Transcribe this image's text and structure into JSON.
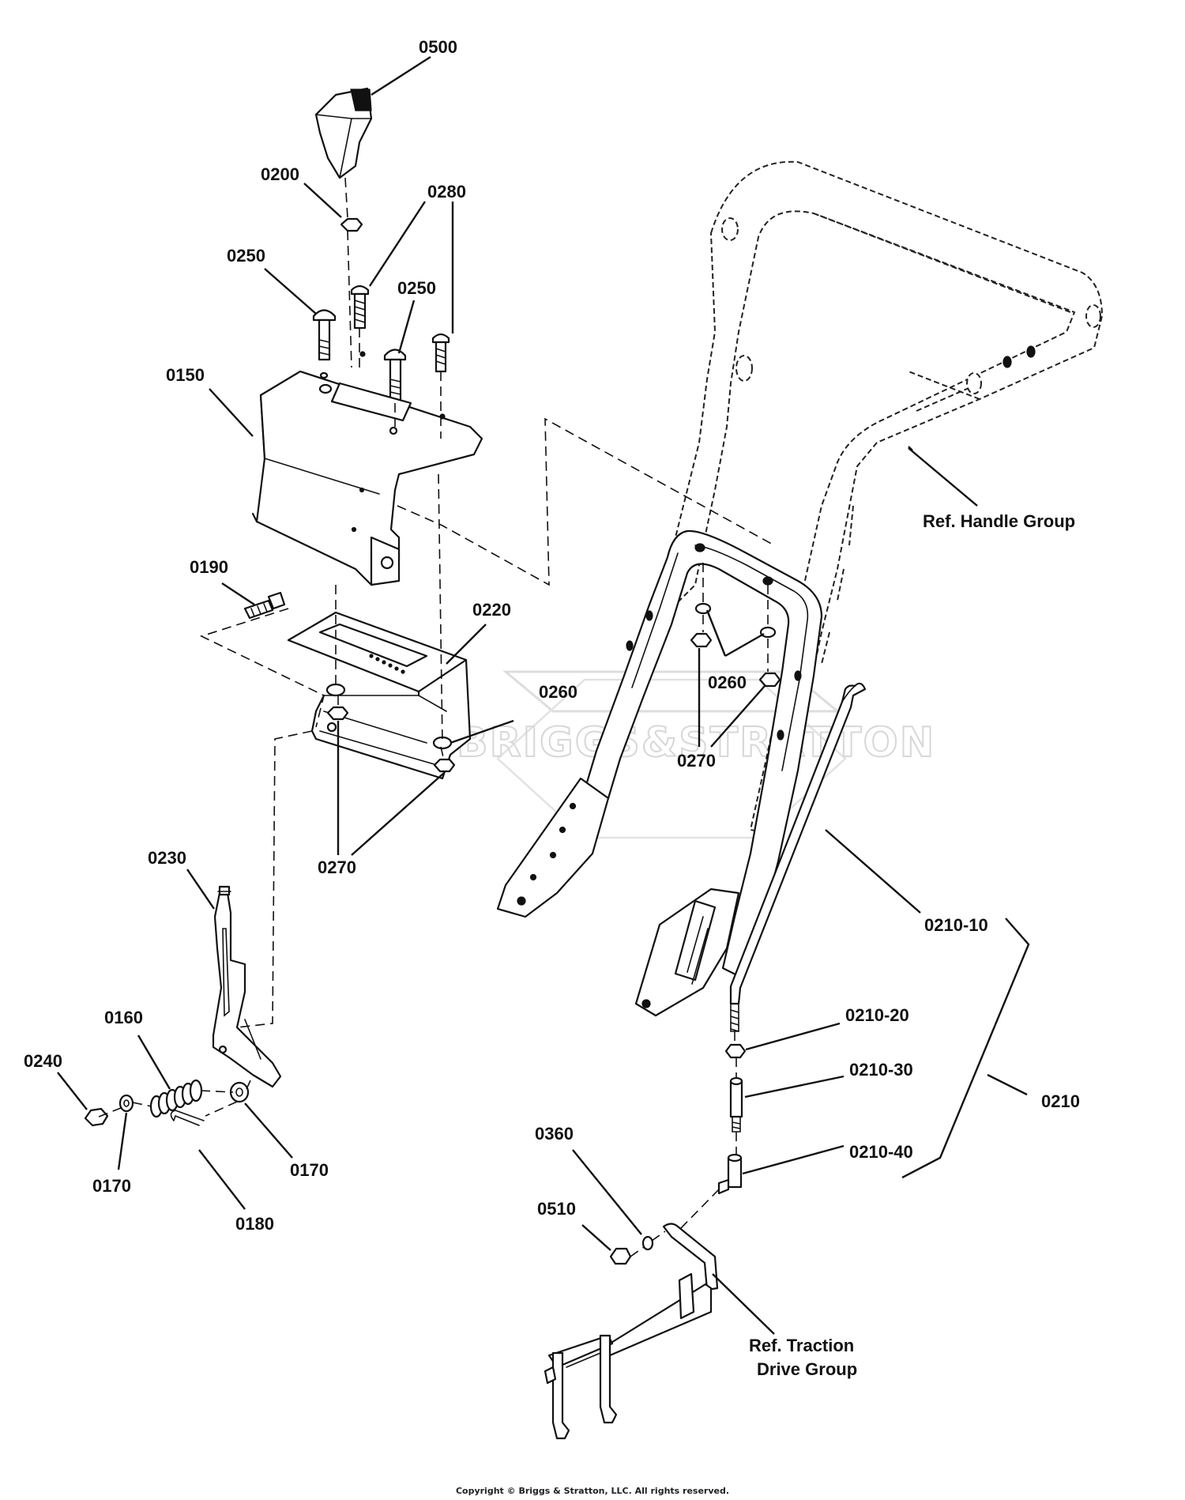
{
  "diagram": {
    "watermark": "BRIGGS&STRATTON",
    "copyright": "Copyright © Briggs & Stratton, LLC. All rights reserved.",
    "callouts": {
      "p0500": "0500",
      "p0200": "0200",
      "p0280": "0280",
      "p0250_left": "0250",
      "p0250_right": "0250",
      "p0150": "0150",
      "p0190": "0190",
      "p0220": "0220",
      "p0260_left": "0260",
      "p0270_left": "0270",
      "p0230": "0230",
      "p0160": "0160",
      "p0240": "0240",
      "p0170_left": "0170",
      "p0170_right": "0170",
      "p0180": "0180",
      "p0260_right": "0260",
      "p0270_right": "0270",
      "p0210_10": "0210-10",
      "p0210_20": "0210-20",
      "p0210_30": "0210-30",
      "p0210_40": "0210-40",
      "p0210": "0210",
      "p0360": "0360",
      "p0510": "0510"
    },
    "references": {
      "handle_group": "Ref. Handle Group",
      "traction_line1": "Ref. Traction",
      "traction_line2": "Drive Group"
    }
  }
}
